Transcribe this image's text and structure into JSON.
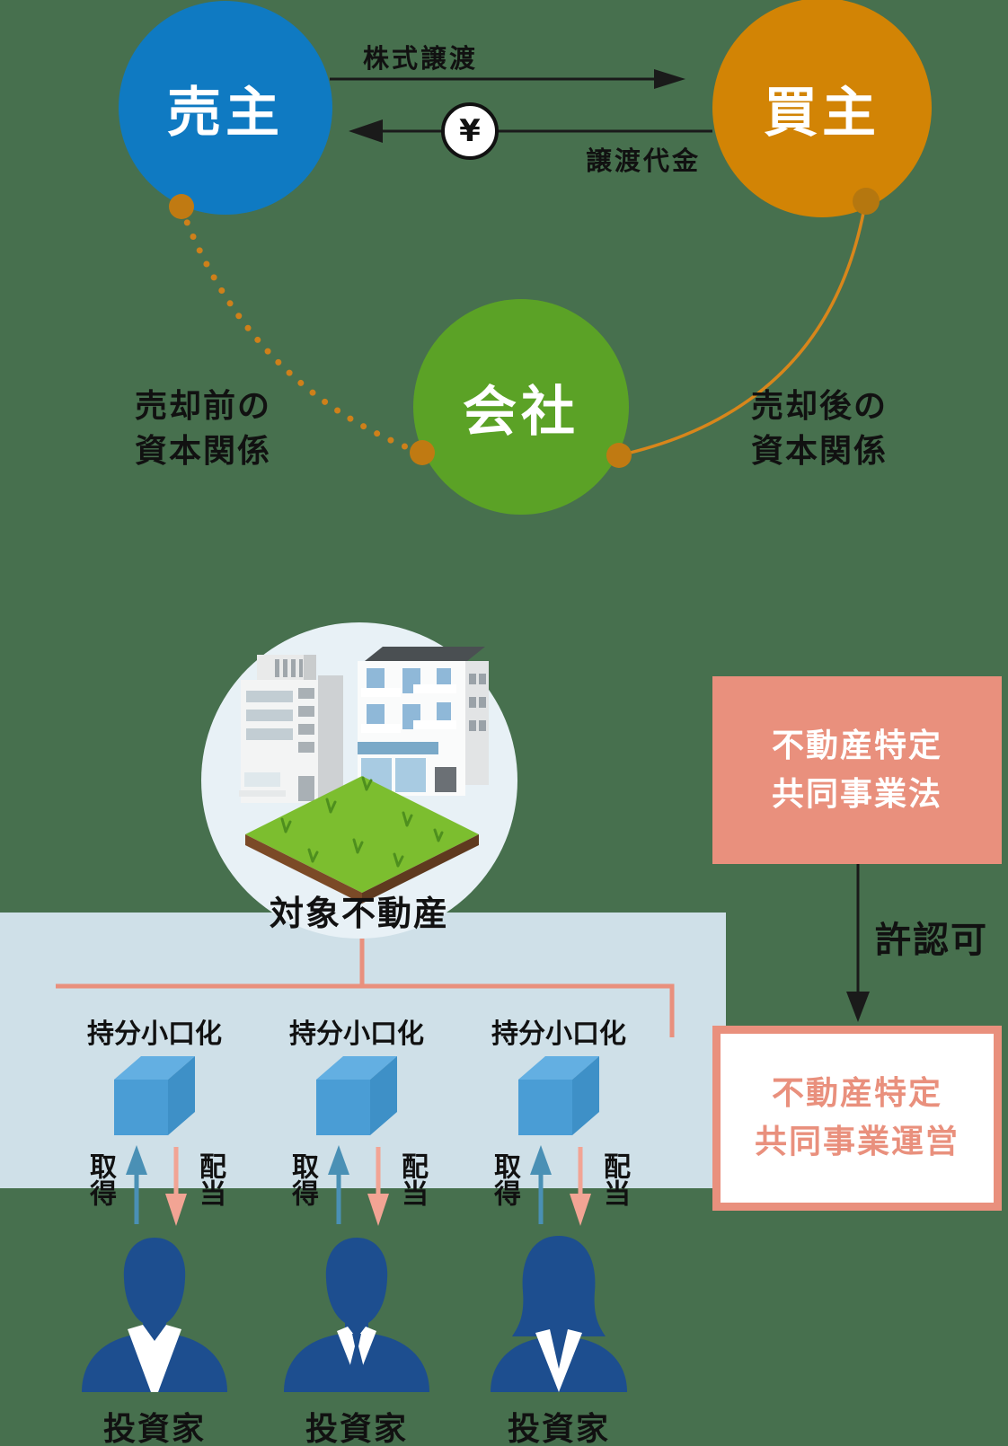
{
  "top_diagram": {
    "seller_label": "売主",
    "buyer_label": "買主",
    "company_label": "会社",
    "stock_transfer_label": "株式譲渡",
    "transfer_payment_label": "譲渡代金",
    "yen_symbol": "¥",
    "before_relation_line1": "売却前の",
    "before_relation_line2": "資本関係",
    "after_relation_line1": "売却後の",
    "after_relation_line2": "資本関係"
  },
  "bottom_diagram": {
    "target_property_label": "対象不動産",
    "law_box_line1": "不動産特定",
    "law_box_line2": "共同事業法",
    "license_label": "許認可",
    "operation_box_line1": "不動産特定",
    "operation_box_line2": "共同事業運営",
    "units": [
      {
        "label": "持分小口化",
        "acquire": "取得",
        "dividend": "配当",
        "investor": "投資家"
      },
      {
        "label": "持分小口化",
        "acquire": "取得",
        "dividend": "配当",
        "investor": "投資家"
      },
      {
        "label": "持分小口化",
        "acquire": "取得",
        "dividend": "配当",
        "investor": "投資家"
      }
    ]
  },
  "colors": {
    "background": "#47704E",
    "seller_blue": "#0F7AC2",
    "buyer_orange": "#D28405",
    "company_green": "#5BA226",
    "relation_dot_orange": "#C07A12",
    "band_light_blue": "#CFE0E8",
    "property_circle_bg": "#E8F1F6",
    "salmon_accent": "#E9907D",
    "cube_blue_front": "#4A9DD5",
    "cube_blue_top": "#63AFE2",
    "cube_blue_side": "#3E90C7",
    "acquire_arrow_blue": "#4A90B5",
    "dividend_arrow_salmon": "#F2A494",
    "investor_navy": "#1D4E8F"
  }
}
